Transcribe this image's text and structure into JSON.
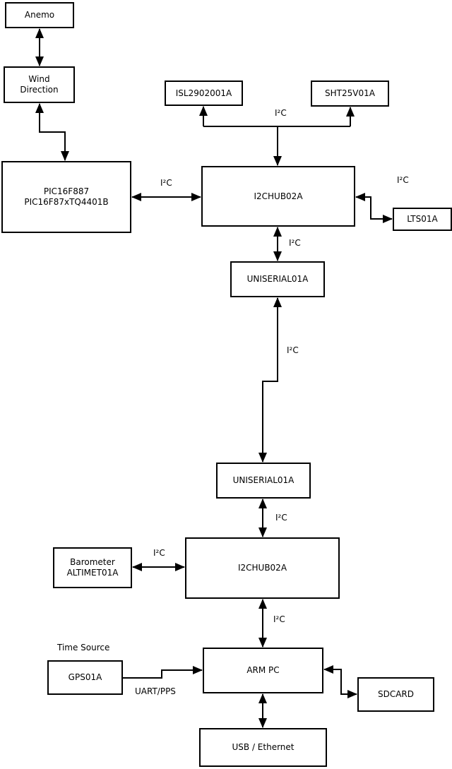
{
  "diagram": {
    "boxes": {
      "anemo": {
        "label": "Anemo"
      },
      "wind_direction": {
        "label": "Wind\nDirection"
      },
      "pic": {
        "label": "PIC16F887\nPIC16F87xTQ4401B"
      },
      "isl": {
        "label": "ISL2902001A"
      },
      "sht": {
        "label": "SHT25V01A"
      },
      "hub_top": {
        "label": "I2CHUB02A"
      },
      "lts": {
        "label": "LTS01A"
      },
      "uniserial_top": {
        "label": "UNISERIAL01A"
      },
      "uniserial_bottom": {
        "label": "UNISERIAL01A"
      },
      "hub_bottom": {
        "label": "I2CHUB02A"
      },
      "barometer": {
        "label": "Barometer\nALTIMET01A"
      },
      "gps": {
        "label": "GPS01A"
      },
      "arm_pc": {
        "label": "ARM PC"
      },
      "sdcard": {
        "label": "SDCARD"
      },
      "usb_ethernet": {
        "label": "USB / Ethernet"
      }
    },
    "labels": {
      "i2c_pic_hub": "I²C",
      "i2c_sensors": "I²C",
      "i2c_lts": "I²C",
      "i2c_hub_uniserial": "I²C",
      "i2c_long_link": "I²C",
      "i2c_uniserial_hub": "I²C",
      "i2c_barometer": "I²C",
      "i2c_hub_arm": "I²C",
      "time_source": "Time Source",
      "uart_pps": "UART/PPS"
    },
    "colors": {
      "line": "#000000",
      "background": "#ffffff",
      "box_fill": "#ffffff",
      "text": "#000000"
    },
    "connections": [
      {
        "from": "Anemo",
        "to": "Wind Direction",
        "bidirectional": true
      },
      {
        "from": "Wind Direction",
        "to": "PIC16F887 PIC16F87xTQ4401B",
        "bidirectional": true
      },
      {
        "from": "PIC16F887 PIC16F87xTQ4401B",
        "to": "I2CHUB02A (top)",
        "label": "I²C",
        "bidirectional": true
      },
      {
        "from": "I2CHUB02A (top)",
        "to": "ISL2902001A",
        "label": "I²C",
        "bidirectional": true
      },
      {
        "from": "I2CHUB02A (top)",
        "to": "SHT25V01A",
        "label": "I²C",
        "bidirectional": true
      },
      {
        "from": "I2CHUB02A (top)",
        "to": "LTS01A",
        "label": "I²C",
        "bidirectional": true
      },
      {
        "from": "I2CHUB02A (top)",
        "to": "UNISERIAL01A (top)",
        "label": "I²C",
        "bidirectional": true
      },
      {
        "from": "UNISERIAL01A (top)",
        "to": "UNISERIAL01A (bottom)",
        "label": "I²C",
        "bidirectional": true
      },
      {
        "from": "UNISERIAL01A (bottom)",
        "to": "I2CHUB02A (bottom)",
        "label": "I²C",
        "bidirectional": true
      },
      {
        "from": "Barometer ALTIMET01A",
        "to": "I2CHUB02A (bottom)",
        "label": "I²C",
        "bidirectional": true
      },
      {
        "from": "I2CHUB02A (bottom)",
        "to": "ARM PC",
        "label": "I²C",
        "bidirectional": true
      },
      {
        "from": "GPS01A",
        "to": "ARM PC",
        "label": "UART/PPS",
        "bidirectional": false
      },
      {
        "from": "ARM PC",
        "to": "SDCARD",
        "bidirectional": true
      },
      {
        "from": "ARM PC",
        "to": "USB / Ethernet",
        "bidirectional": true
      }
    ]
  }
}
